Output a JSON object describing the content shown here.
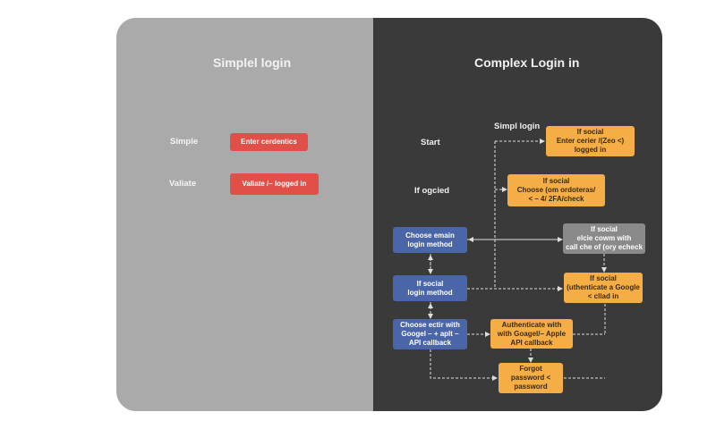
{
  "left_panel": {
    "title": "Simplel login",
    "labels": [
      "Simple",
      "Valiate"
    ],
    "boxes": [
      "Enter cerdentics",
      "Valiate /– logged in"
    ]
  },
  "right_panel": {
    "title": "Complex Login in",
    "labels": {
      "simpl_login": "Simpl login",
      "start": "Start",
      "if_ogcied": "If ogcied"
    },
    "boxes": {
      "orange_top": "If social\nEnter cerier /(Zeo <)\nlogged in",
      "orange_second": "If social\nChoose (om ordoteras/\n< – 4/ 2FA/check",
      "gray_right": "If social\nelcie cowm with\ncall che of (ory echeck",
      "orange_right_mid": "If social\n(uthenticate a Google\n< cllad in",
      "orange_bottom_mid": "Authenticate with\nwith Goagel/– Apple\nAPI callback",
      "orange_bottom": "Forgot\npassword <\npassword",
      "blue_top": "Choose emain\nlogin method",
      "blue_mid": "If social\nlogin method",
      "blue_bottom": "Choose ectir with\nGoogel – + aplt –\nAPI callback"
    }
  },
  "colors": {
    "left_panel_bg": "#aaaaaa",
    "right_panel_bg": "#3a3a3a",
    "red": "#e05048",
    "blue": "#4a66a8",
    "orange": "#f4ae45",
    "gray": "#8a8a8a"
  }
}
